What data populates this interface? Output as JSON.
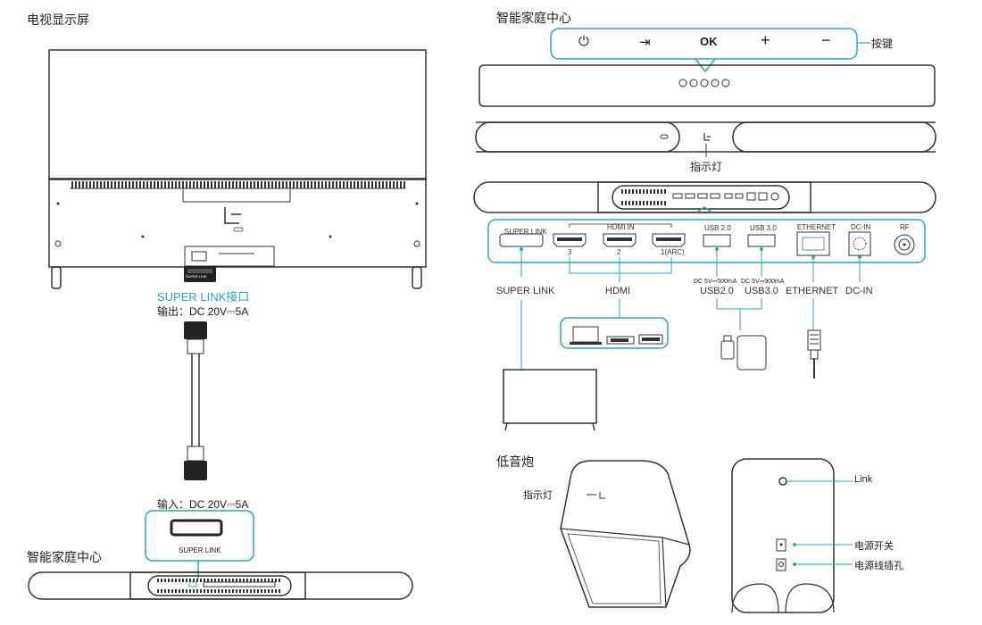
{
  "titles": {
    "tv": "电视显示屏",
    "hub_top": "智能家庭中心",
    "hub_bottom": "智能家庭中心",
    "sub": "低音炮"
  },
  "buttons": {
    "power": "⏻",
    "input": "⇥",
    "ok": "OK",
    "plus": "+",
    "minus": "−",
    "label": "按键"
  },
  "indicator_label": "指示灯",
  "super_link": {
    "title": "SUPER LINK接口",
    "output": "输出：DC 20V⎓5A",
    "input": "输入：DC 20V⎓5A",
    "port_label": "SUPER LINK",
    "tv_badge": "SUPER LINK"
  },
  "ports": {
    "super_link_small": "SUPER LINK",
    "hdmi_in": "HDMI IN",
    "hdmi_3": "3",
    "hdmi_2": "2",
    "hdmi_1": "1(ARC)",
    "usb20_small": "USB 2.0",
    "usb30_small": "USB 3.0",
    "ethernet_small": "ETHERNET",
    "dcin_small": "DC-IN",
    "rf_small": "RF"
  },
  "port_labels": {
    "super_link": "SUPER LINK",
    "hdmi": "HDMI",
    "usb20_spec": "DC 5V⎓500mA",
    "usb30_spec": "DC 5V⎓900mA",
    "usb20": "USB2.0",
    "usb30": "USB3.0",
    "ethernet": "ETHERNET",
    "dcin": "DC-IN"
  },
  "subwoofer": {
    "indicator": "指示灯",
    "link": "Link",
    "power_switch": "电源开关",
    "power_jack": "电源线插孔"
  },
  "colors": {
    "accent": "#2aa5c9",
    "line": "#333333"
  }
}
